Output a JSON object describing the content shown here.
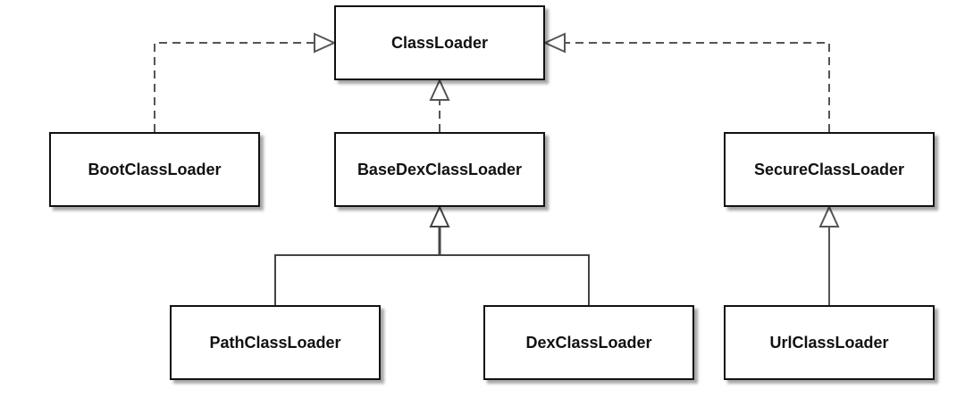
{
  "nodes": {
    "class_loader": "ClassLoader",
    "boot_class_loader": "BootClassLoader",
    "base_dex_class_loader": "BaseDexClassLoader",
    "secure_class_loader": "SecureClassLoader",
    "path_class_loader": "PathClassLoader",
    "dex_class_loader": "DexClassLoader",
    "url_class_loader": "UrlClassLoader"
  },
  "edges": [
    {
      "from": "BootClassLoader",
      "to": "ClassLoader",
      "style": "dashed",
      "arrow": "hollow-triangle"
    },
    {
      "from": "BaseDexClassLoader",
      "to": "ClassLoader",
      "style": "dashed",
      "arrow": "hollow-triangle"
    },
    {
      "from": "SecureClassLoader",
      "to": "ClassLoader",
      "style": "dashed",
      "arrow": "hollow-triangle"
    },
    {
      "from": "PathClassLoader",
      "to": "BaseDexClassLoader",
      "style": "solid",
      "arrow": "hollow-triangle"
    },
    {
      "from": "DexClassLoader",
      "to": "BaseDexClassLoader",
      "style": "solid",
      "arrow": "hollow-triangle"
    },
    {
      "from": "UrlClassLoader",
      "to": "SecureClassLoader",
      "style": "solid",
      "arrow": "hollow-triangle"
    }
  ],
  "colors": {
    "stroke": "#111111",
    "connector": "#555555",
    "background": "#ffffff"
  }
}
